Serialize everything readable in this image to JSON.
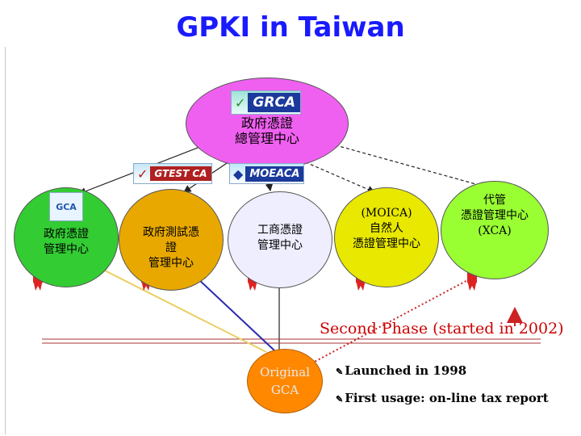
{
  "title": "GPKI in Taiwan",
  "root_node": {
    "logo": "GRCA",
    "label_lines": [
      "政府憑證",
      "總管理中心"
    ],
    "color": "#f060f0"
  },
  "logos": {
    "gtest": "GTEST CA",
    "moea": "MOEACA",
    "gca": "GCA"
  },
  "ca_nodes": [
    {
      "label_lines": [
        "政府憑證",
        "管理中心"
      ],
      "color": "#33cc33"
    },
    {
      "label_lines": [
        "政府測試憑",
        "證",
        "管理中心"
      ],
      "color": "#e8a800"
    },
    {
      "label_lines": [
        "工商憑證",
        "管理中心"
      ],
      "color": "#eeeeff"
    },
    {
      "label_lines": [
        "(MOICA)",
        "自然人",
        "憑證管理中心"
      ],
      "color": "#e8e800"
    },
    {
      "label_lines": [
        "代管",
        "憑證管理中心",
        "(XCA)"
      ],
      "color": "#99ff33"
    }
  ],
  "phase_text": "Second Phase (started in 2002)",
  "original_gca": {
    "label_lines": [
      "Original",
      "GCA"
    ],
    "color": "#ff8800"
  },
  "bullets": [
    "Launched in 1998",
    "First usage: on-line tax report"
  ],
  "colors": {
    "title": "#1a1aff",
    "phase_text": "#cc0000",
    "line_yellow": "#e8d060",
    "line_blue": "#2a2ab0",
    "line_red": "#cc2222",
    "line_dark": "#333333"
  }
}
